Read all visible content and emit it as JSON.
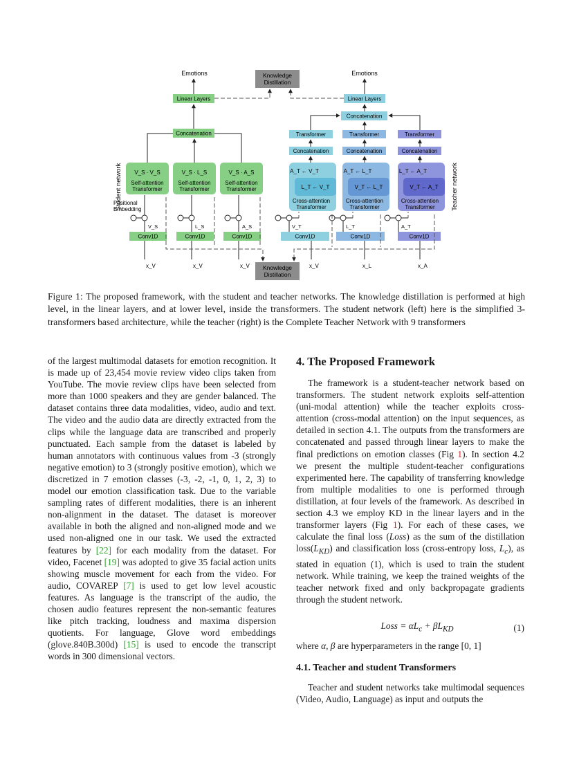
{
  "figure": {
    "emotions_label": "Emotions",
    "knowledge_distillation": "Knowledge Distillation",
    "kd_line1": "Knowledge",
    "kd_line2": "Distillation",
    "linear_layers": "Linear Layers",
    "concatenation": "Concatenation",
    "transformer": "Transformer",
    "student_network": "Student network",
    "teacher_network": "Teacher network",
    "positional_embedding": "Positional Embedding",
    "pe_line1": "Positional",
    "pe_line2": "Embedding",
    "self_attention_transformer": "Self-attention Transformer",
    "cross_attention_transformer": "Cross-attention Transformer",
    "sa_line1": "Self-attention",
    "sa_line2": "Transformer",
    "ca_line1": "Cross-attention",
    "ca_line2": "Transformer",
    "conv1d": "Conv1D",
    "student_blocks": [
      "V_S · V_S",
      "V_S · L_S",
      "V_S · A_S"
    ],
    "student_inputs": [
      "x_V",
      "x_V",
      "x_V"
    ],
    "student_features": [
      "V_S",
      "L_S",
      "A_S"
    ],
    "teacher_blocks_back": [
      "A_T ← V_T",
      "A_T ← L_T",
      "L_T ← A_T"
    ],
    "teacher_blocks_front": [
      "L_T ← V_T",
      "V_T ← L_T",
      "V_T ← A_T"
    ],
    "teacher_inputs": [
      "x_V",
      "x_L",
      "x_A"
    ],
    "teacher_features": [
      "V_T",
      "L_T",
      "A_T"
    ],
    "colors": {
      "student": "#86cf84",
      "student_dark": "#66b866",
      "teacher_video": "#8ecfe0",
      "teacher_video_dark": "#5bb7d6",
      "teacher_language": "#8db8e2",
      "teacher_language_dark": "#5f94d3",
      "teacher_audio": "#8f95dc",
      "teacher_audio_dark": "#5c63c9",
      "kd_box": "#8c8c8c"
    }
  },
  "caption": "Figure 1: The proposed framework, with the student and teacher networks. The knowledge distillation is performed at high level, in the linear layers, and at lower level, inside the transformers. The student network (left) here is the simplified 3-transformers based architecture, while the teacher (right) is the Complete Teacher Network with 9 transformers",
  "left_column": {
    "p1_a": "of the largest multimodal datasets for emotion recognition. It is made up of 23,454 movie review video clips taken from YouTube. The movie review clips have been selected from more than 1000 speakers and they are gender balanced. The dataset contains three data modalities, video, audio and text. The video and the audio data are directly extracted from the clips while the language data are transcribed and properly punctuated. Each sample from the dataset is labeled by human annotators with continuous values from -3 (strongly negative emotion) to 3 (strongly positive emotion), which we discretized in 7 emotion classes (-3, -2, -1, 0, 1, 2, 3) to model our emotion classification task. Due to the variable sampling rates of different modalities, there is an inherent non-alignment in the dataset. The dataset is moreover available in both the aligned and non-aligned mode and we used non-aligned one in our task. We used the extracted features by ",
    "cite22": "[22]",
    "p1_b": " for each modality from the dataset. For video, Facenet ",
    "cite19": "[19]",
    "p1_c": " was adopted to give 35 facial action units showing muscle movement for each from the video. For audio, COVAREP ",
    "cite7": "[7]",
    "p1_d": " is used to get low level acoustic features. As language is the transcript of the audio, the chosen audio features represent the non-semantic features like pitch tracking, loudness and maxima dispersion quotients. For language, Glove word embeddings (glove.840B.300d) ",
    "cite15": "[15]",
    "p1_e": " is used to encode the transcript words in 300 dimensional vectors."
  },
  "right_column": {
    "heading": "4. The Proposed Framework",
    "p1_a": "The framework is a student-teacher network based on transformers. The student network exploits self-attention (uni-modal attention) while the teacher exploits cross-attention (cross-modal attention) on the input sequences, as detailed in section 4.1. The outputs from the transformers are concatenated and passed through linear layers to make the final predictions on emotion classes (Fig ",
    "ref1a": "1",
    "p1_b": "). In section 4.2 we present the multiple student-teacher configurations experimented here. The capability of transferring knowledge from multiple modalities to one is performed through distillation, at four levels of the framework. As described in section 4.3 we employ KD in the linear layers and in the transformer layers (Fig ",
    "ref1b": "1",
    "p1_c": "). For each of these cases, we calculate the final loss (",
    "loss_word": "Loss",
    "p1_d": ") as the sum of the distillation loss(",
    "lkd": "L",
    "lkd_sub": "KD",
    "p1_e": ") and classification loss (cross-entropy loss, ",
    "lc": "L",
    "lc_sub": "c",
    "p1_f": "), as stated in equation (1), which is used to train the student network. While training, we keep the trained weights of the teacher network fixed and only backpropagate gradients through the student network.",
    "equation": "Loss = αL",
    "eq_sub1": "c",
    "eq_mid": " + βL",
    "eq_sub2": "KD",
    "eq_number": "(1)",
    "where_a": "where ",
    "alpha_beta": "α, β",
    "where_b": " are hyperparameters in the range [0, 1]",
    "subheading": "4.1. Teacher and student Transformers",
    "p2": "Teacher and student networks take multimodal sequences (Video, Audio, Language) as input and outputs the"
  }
}
